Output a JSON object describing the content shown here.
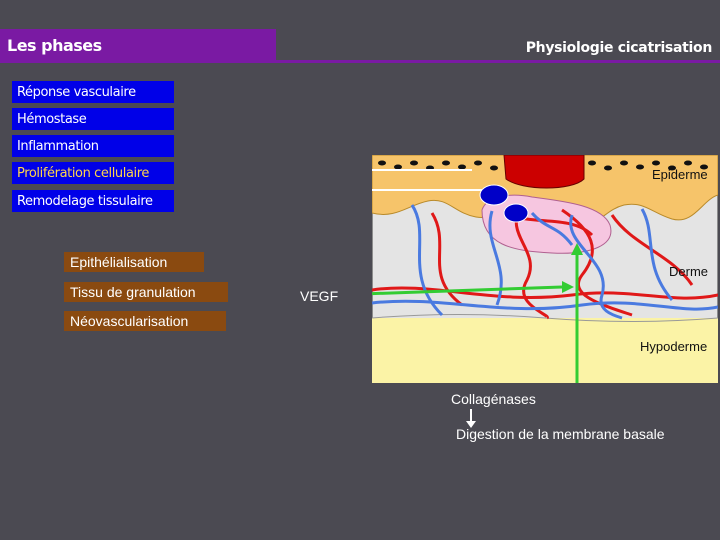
{
  "header": {
    "title": "Les phases",
    "subtitle": "Physiologie cicatrisation",
    "accent_color": "#7a1aa3"
  },
  "phases": [
    {
      "label": "Réponse vasculaire",
      "active": false
    },
    {
      "label": "Hémostase",
      "active": false
    },
    {
      "label": "Inflammation",
      "active": false
    },
    {
      "label": "Prolifération cellulaire",
      "active": true
    },
    {
      "label": "Remodelage tissulaire",
      "active": false
    }
  ],
  "subphases": [
    {
      "label": "Epithélialisation"
    },
    {
      "label": "Tissu de granulation"
    },
    {
      "label": "Néovascularisation"
    }
  ],
  "diagram": {
    "layers": {
      "epidermis": "Epiderme",
      "dermis": "Derme",
      "hypodermis": "Hypoderme"
    },
    "vegf_label": "VEGF",
    "collagenase_label": "Collagénases",
    "digestion_label": "Digestion de la membrane basale",
    "colors": {
      "epidermis": "#f6c46a",
      "dermis": "#e4e4e4",
      "hypodermis": "#fbf3a6",
      "arrow": "#33cc33",
      "clot": "#cc0000"
    }
  }
}
